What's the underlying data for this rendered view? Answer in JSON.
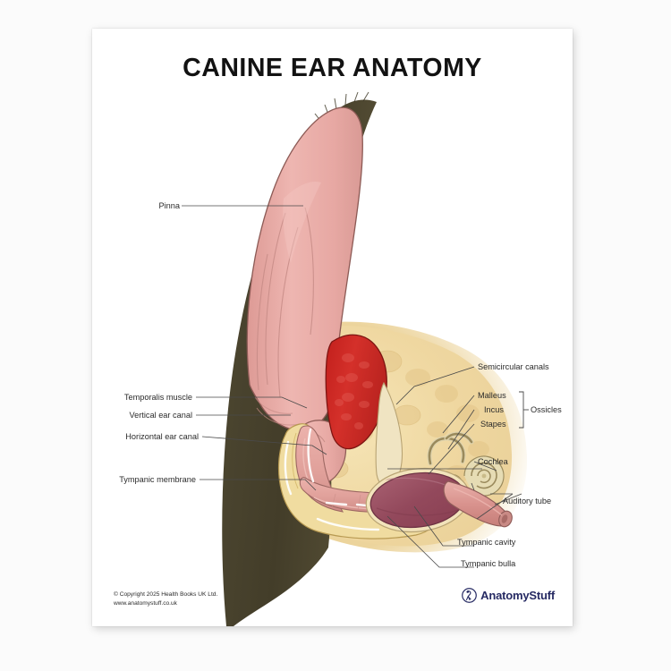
{
  "page": {
    "title": "CANINE EAR ANATOMY",
    "background_color": "#fbfbfb",
    "sheet_color": "#ffffff"
  },
  "labels_left": [
    {
      "text": "Pinna",
      "id": "pinna"
    },
    {
      "text": "Temporalis muscle",
      "id": "temporalis-muscle"
    },
    {
      "text": "Vertical ear canal",
      "id": "vertical-ear-canal"
    },
    {
      "text": "Horizontal ear canal",
      "id": "horizontal-ear-canal"
    },
    {
      "text": "Tympanic membrane",
      "id": "tympanic-membrane"
    }
  ],
  "labels_right": [
    {
      "text": "Semicircular canals",
      "id": "semicircular-canals"
    },
    {
      "text": "Malleus",
      "id": "malleus"
    },
    {
      "text": "Incus",
      "id": "incus"
    },
    {
      "text": "Stapes",
      "id": "stapes"
    },
    {
      "text": "Ossicles",
      "id": "ossicles"
    },
    {
      "text": "Cochlea",
      "id": "cochlea"
    },
    {
      "text": "Auditory tube",
      "id": "auditory-tube"
    },
    {
      "text": "Tympanic cavity",
      "id": "tympanic-cavity"
    },
    {
      "text": "Tympanic bulla",
      "id": "tympanic-bulla"
    }
  ],
  "footer": {
    "copyright_line1": "© Copyright 2025 Health Books UK Ltd.",
    "copyright_line2": "www.anatomystuff.co.uk",
    "brand_name": "AnatomyStuff",
    "brand_color": "#262a63"
  },
  "palette": {
    "fur_dark": "#4b452f",
    "pinna_pink": "#e4a49f",
    "pinna_pink_light": "#eeb8b3",
    "cartilage_yellow": "#f0dca0",
    "bone_tan": "#efd9a4",
    "muscle_red": "#cf2d27",
    "bulla_mauve": "#9c5568",
    "canal_pink": "#e2a0a0",
    "cochlea_cream": "#e6dcb4",
    "outline": "#3b3328",
    "leader_line": "#4a4a4a"
  }
}
